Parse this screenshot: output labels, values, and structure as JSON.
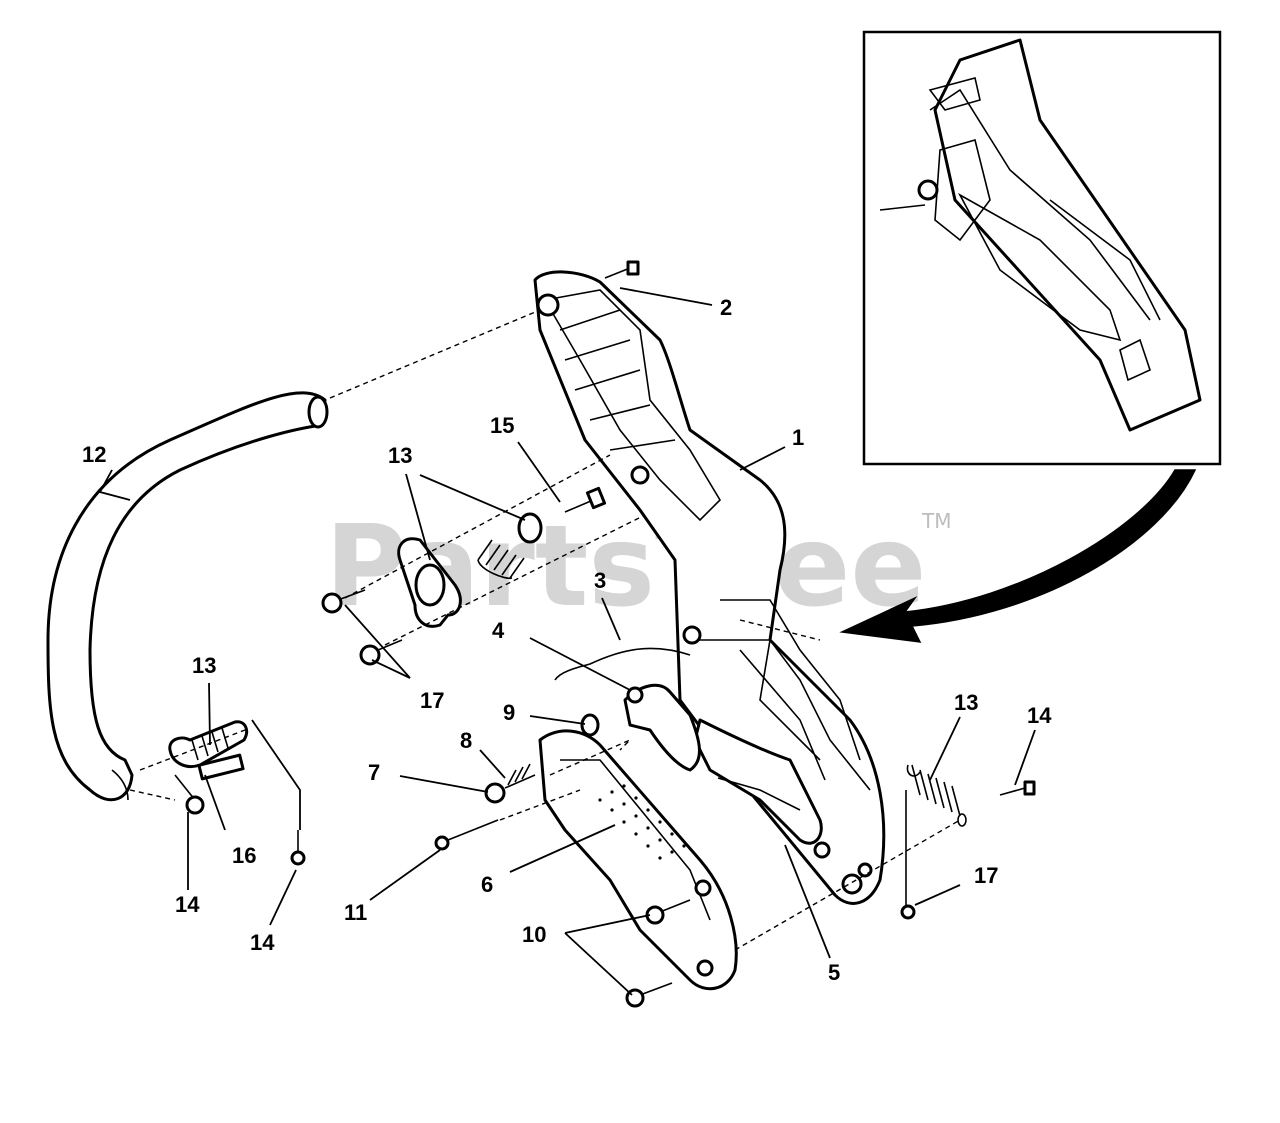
{
  "watermark": {
    "text": "PartsTree",
    "trademark": "TM"
  },
  "callouts": {
    "c1": "1",
    "c2": "2",
    "c3": "3",
    "c4": "4",
    "c5": "5",
    "c6": "6",
    "c7": "7",
    "c8": "8",
    "c9": "9",
    "c10": "10",
    "c11": "11",
    "c12": "12",
    "c13a": "13",
    "c13b": "13",
    "c13c": "13",
    "c14a": "14",
    "c14b": "14",
    "c14c": "14",
    "c15": "15",
    "c16": "16",
    "c17a": "17",
    "c17b": "17"
  }
}
